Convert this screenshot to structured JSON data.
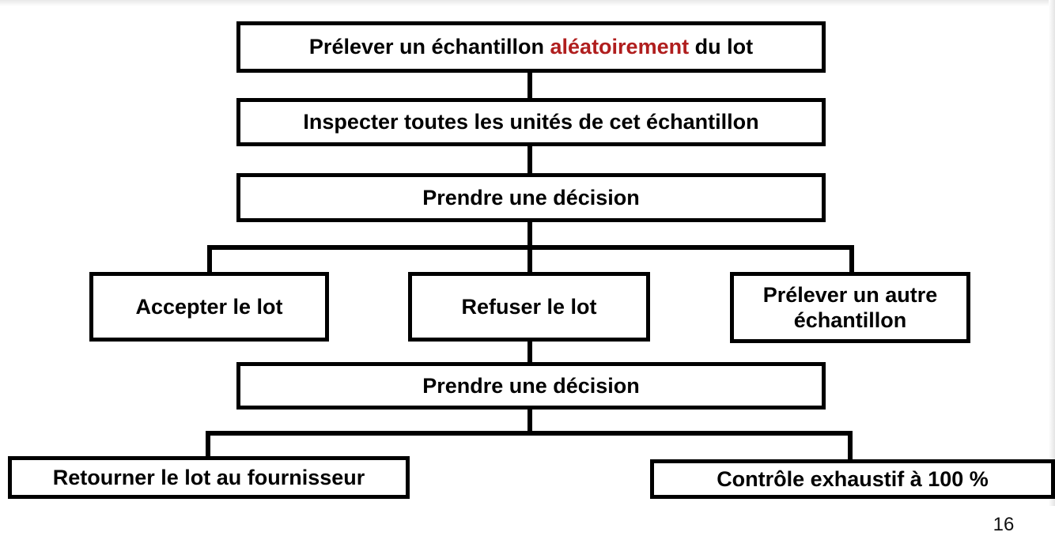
{
  "diagram": {
    "step1": {
      "before": "Prélever un échantillon ",
      "highlight": "aléatoirement",
      "after": " du lot"
    },
    "step2": "Inspecter toutes les unités de cet échantillon",
    "step3": "Prendre une décision",
    "options": {
      "accept": "Accepter le lot",
      "refuse": "Refuser le lot",
      "resample_line1": "Prélever un autre",
      "resample_line2": "échantillon"
    },
    "step4": "Prendre une décision",
    "outcomes": {
      "return": "Retourner le lot au fournisseur",
      "full_inspection": "Contrôle exhaustif à 100 %"
    }
  },
  "page_number": "16",
  "colors": {
    "accent": "#b01e1e",
    "stroke": "#000000"
  }
}
